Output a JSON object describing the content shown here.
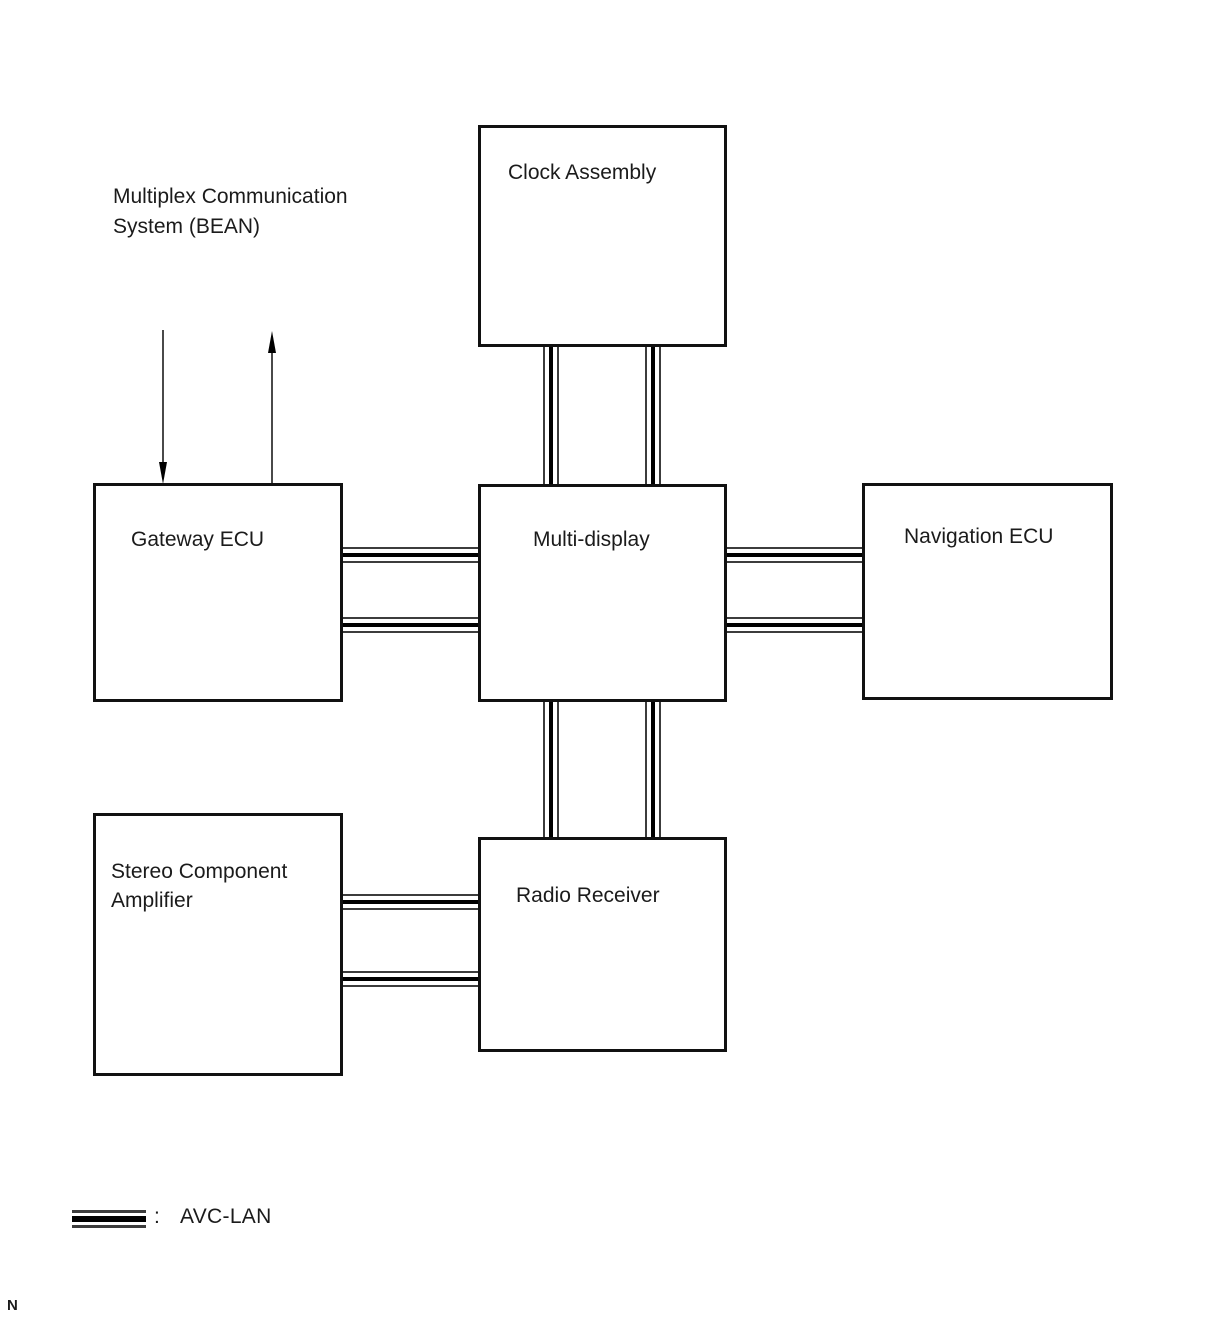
{
  "diagram": {
    "title_note": "Multiplex Communication\nSystem (BEAN)",
    "corner_mark": "N",
    "nodes": {
      "clock_assembly": "Clock Assembly",
      "gateway_ecu": "Gateway ECU",
      "multi_display": "Multi-display",
      "navigation_ecu": "Navigation ECU",
      "stereo_component_amplifier": "Stereo Component\nAmplifier",
      "radio_receiver": "Radio Receiver"
    },
    "legend": {
      "separator": ":",
      "label": "AVC-LAN",
      "line_style": "triple-line"
    },
    "colors": {
      "line": "#000000",
      "thin_line": "#3c3c3c",
      "box_border": "#111111",
      "text": "#1b1b1b",
      "background": "#ffffff"
    }
  }
}
